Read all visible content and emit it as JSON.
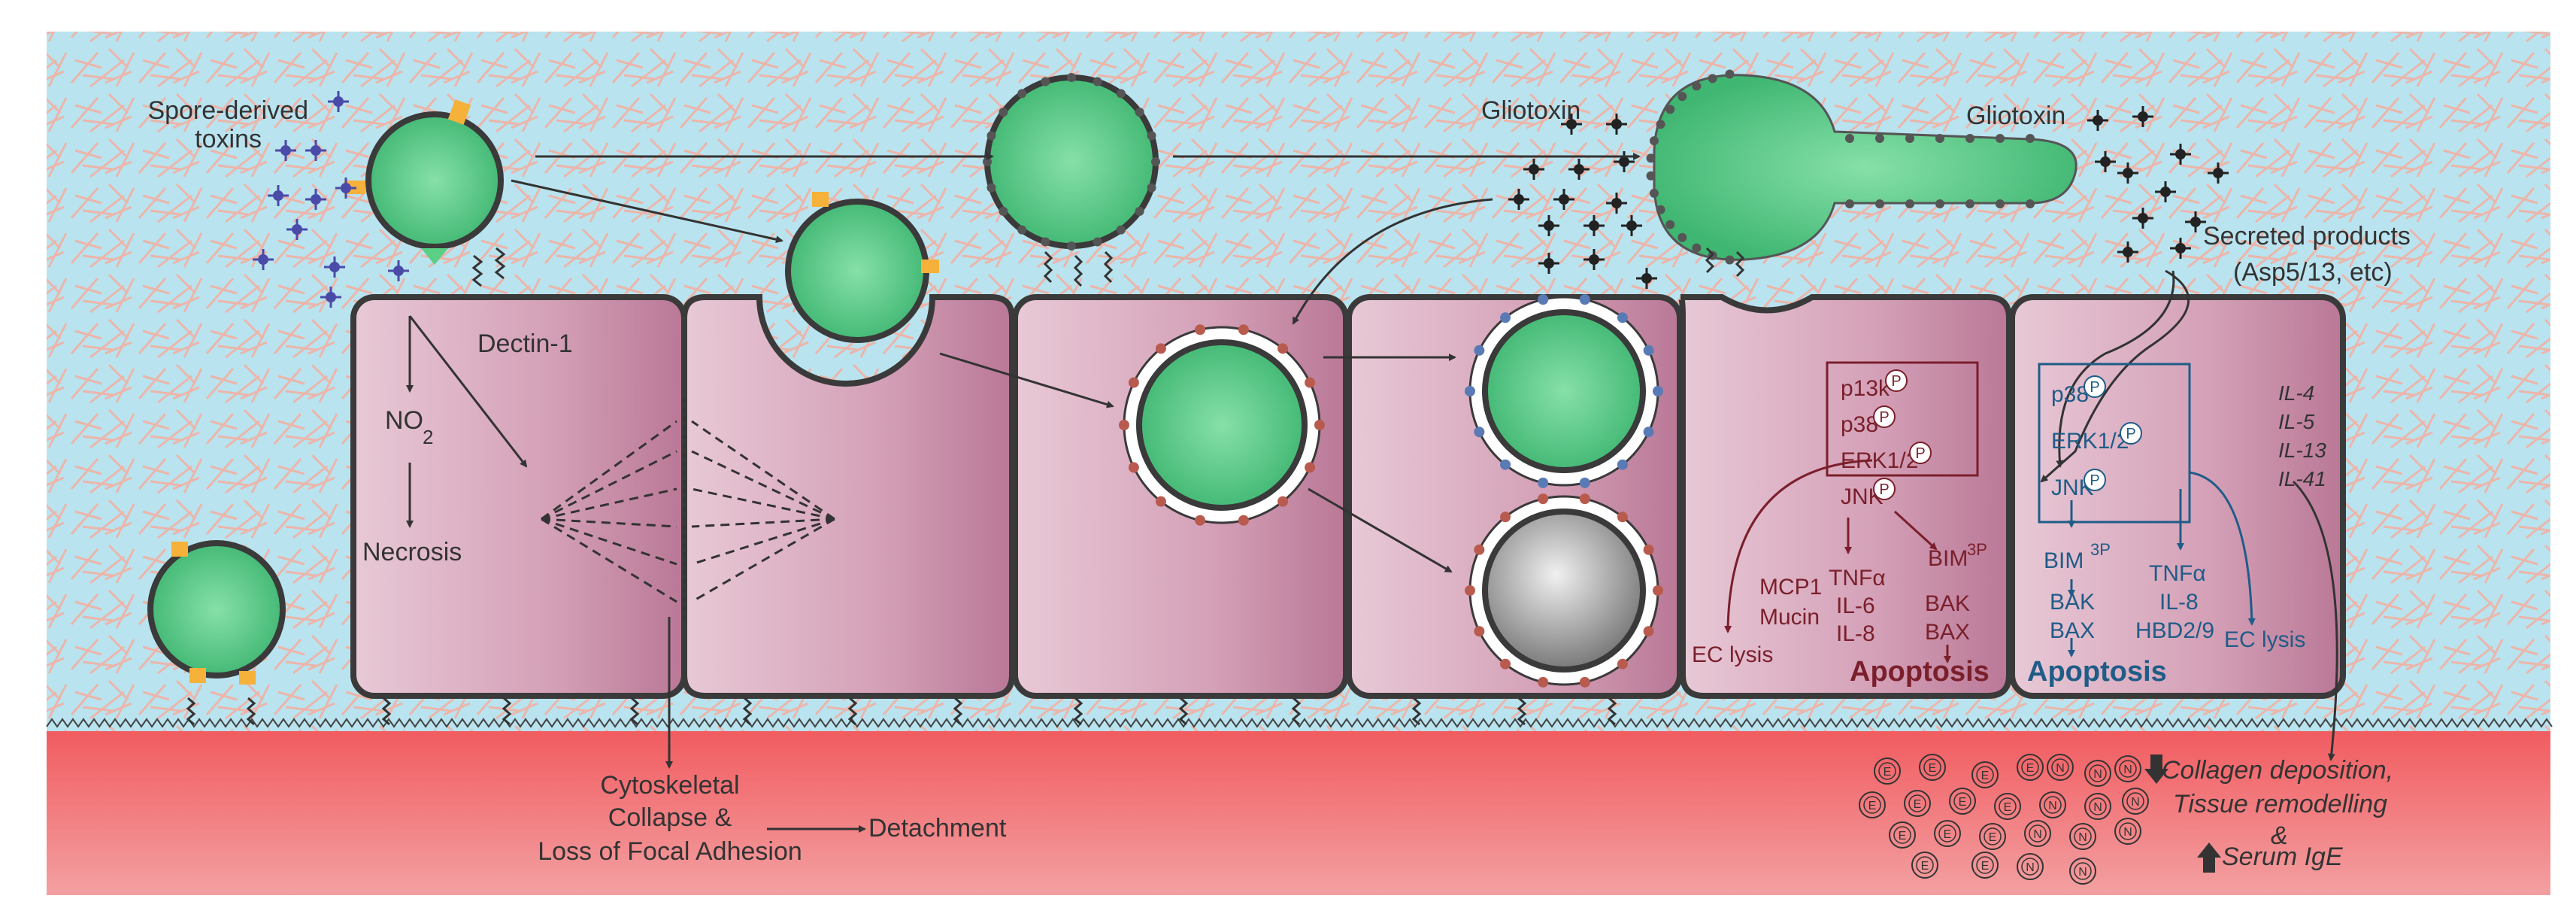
{
  "labels": {
    "spore_toxins_line1": "Spore-derived",
    "spore_toxins_line2": "toxins",
    "gliotoxin_left": "Gliotoxin",
    "gliotoxin_right": "Gliotoxin",
    "secreted_line1": "Secreted products",
    "secreted_line2": "(Asp5/13, etc)",
    "dectin": "Dectin-1",
    "no2_main": "NO",
    "no2_sub": "2",
    "necrosis": "Necrosis",
    "cyto_line1": "Cytoskeletal",
    "cyto_line2": "Collapse &",
    "cyto_line3": "Loss of Focal Adhesion",
    "detachment": "Detachment",
    "collagen_line1": "Collagen deposition,",
    "collagen_line2": "Tissue remodelling",
    "collagen_line3": "&",
    "serum_ige": "Serum IgE"
  },
  "cell5": {
    "kinases": [
      "p13k",
      "p38",
      "ERK1/2",
      "JNK"
    ],
    "phospho": "P",
    "tnf": "TNFα",
    "il6": "IL-6",
    "il8": "IL-8",
    "mcp1": "MCP1",
    "mucin": "Mucin",
    "bim": "BIM",
    "bim_sup": "3P",
    "bak": "BAK",
    "bax": "BAX",
    "eclysis": "EC lysis",
    "apoptosis": "Apoptosis"
  },
  "cell6": {
    "kinases": [
      "p38",
      "ERK1/2",
      "JNK"
    ],
    "phospho": "P",
    "bim": "BIM",
    "bim_sup": "3P",
    "bak": "BAK",
    "bax": "BAX",
    "tnf": "TNFα",
    "il8": "IL-8",
    "hbd": "HBD2/9",
    "eclysis": "EC lysis",
    "apoptosis": "Apoptosis",
    "interleukins": [
      "IL-4",
      "IL-5",
      "IL-13",
      "IL-41"
    ]
  },
  "cells_below": {
    "e_label": "E",
    "n_label": "N"
  },
  "colors": {
    "airway": "#b9e3ef",
    "mesh": "#f2b6a8",
    "cell_fill": "#d9a7bd",
    "cell_outline": "#3a3a3a",
    "tissue": "#f07275",
    "conidia": "#5ccf86",
    "dark_red_text": "#7a1f2b",
    "blue_text": "#1f5c87"
  }
}
